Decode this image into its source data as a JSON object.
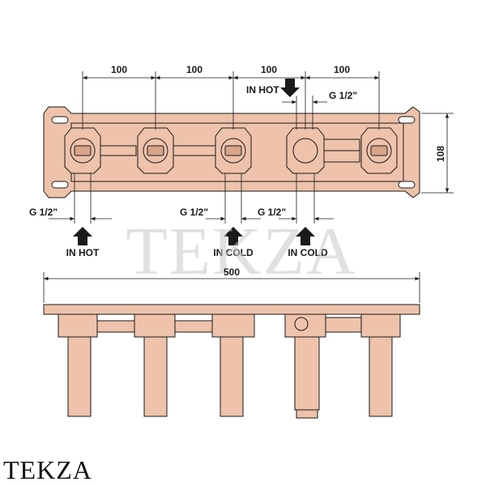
{
  "colors": {
    "copper": "#eec2ab",
    "copper_dark": "#d9a48a",
    "line": "#1a1a1a",
    "watermark": "#c9c9c9"
  },
  "dimensions": {
    "spacing_1": "100",
    "spacing_2": "100",
    "spacing_3": "100",
    "spacing_4": "100",
    "height": "108",
    "total_width": "500"
  },
  "thread_labels": {
    "top": "G 1/2\"",
    "bottom_left": "G 1/2\"",
    "bottom_mid_left": "G 1/2\"",
    "bottom_mid_right": "G 1/2\""
  },
  "inlets": {
    "top_hot": "IN HOT",
    "bottom_hot": "IN HOT",
    "bottom_cold_1": "IN COLD",
    "bottom_cold_2": "IN COLD"
  },
  "watermark": "TEKZA",
  "brand": "TEKZA"
}
